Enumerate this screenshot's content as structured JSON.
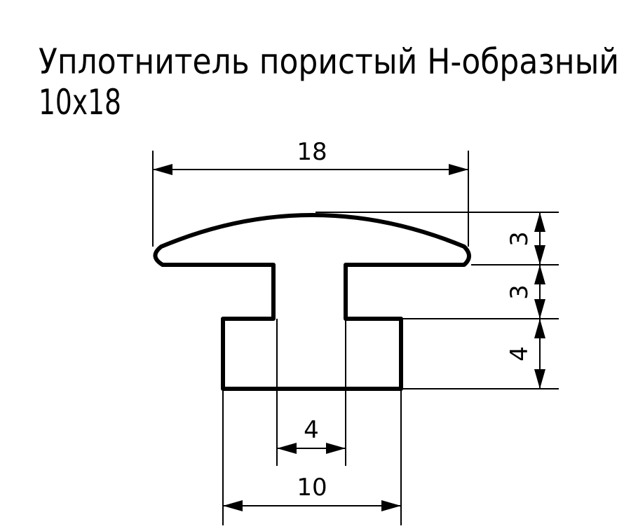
{
  "title": {
    "line1": "Уплотнитель пористый Н-образный",
    "line2": "10x18"
  },
  "dimensions": {
    "width_top": "18",
    "cap_height": "3",
    "stem_height": "3",
    "base_height": "4",
    "stem_width": "4",
    "base_width": "10"
  }
}
